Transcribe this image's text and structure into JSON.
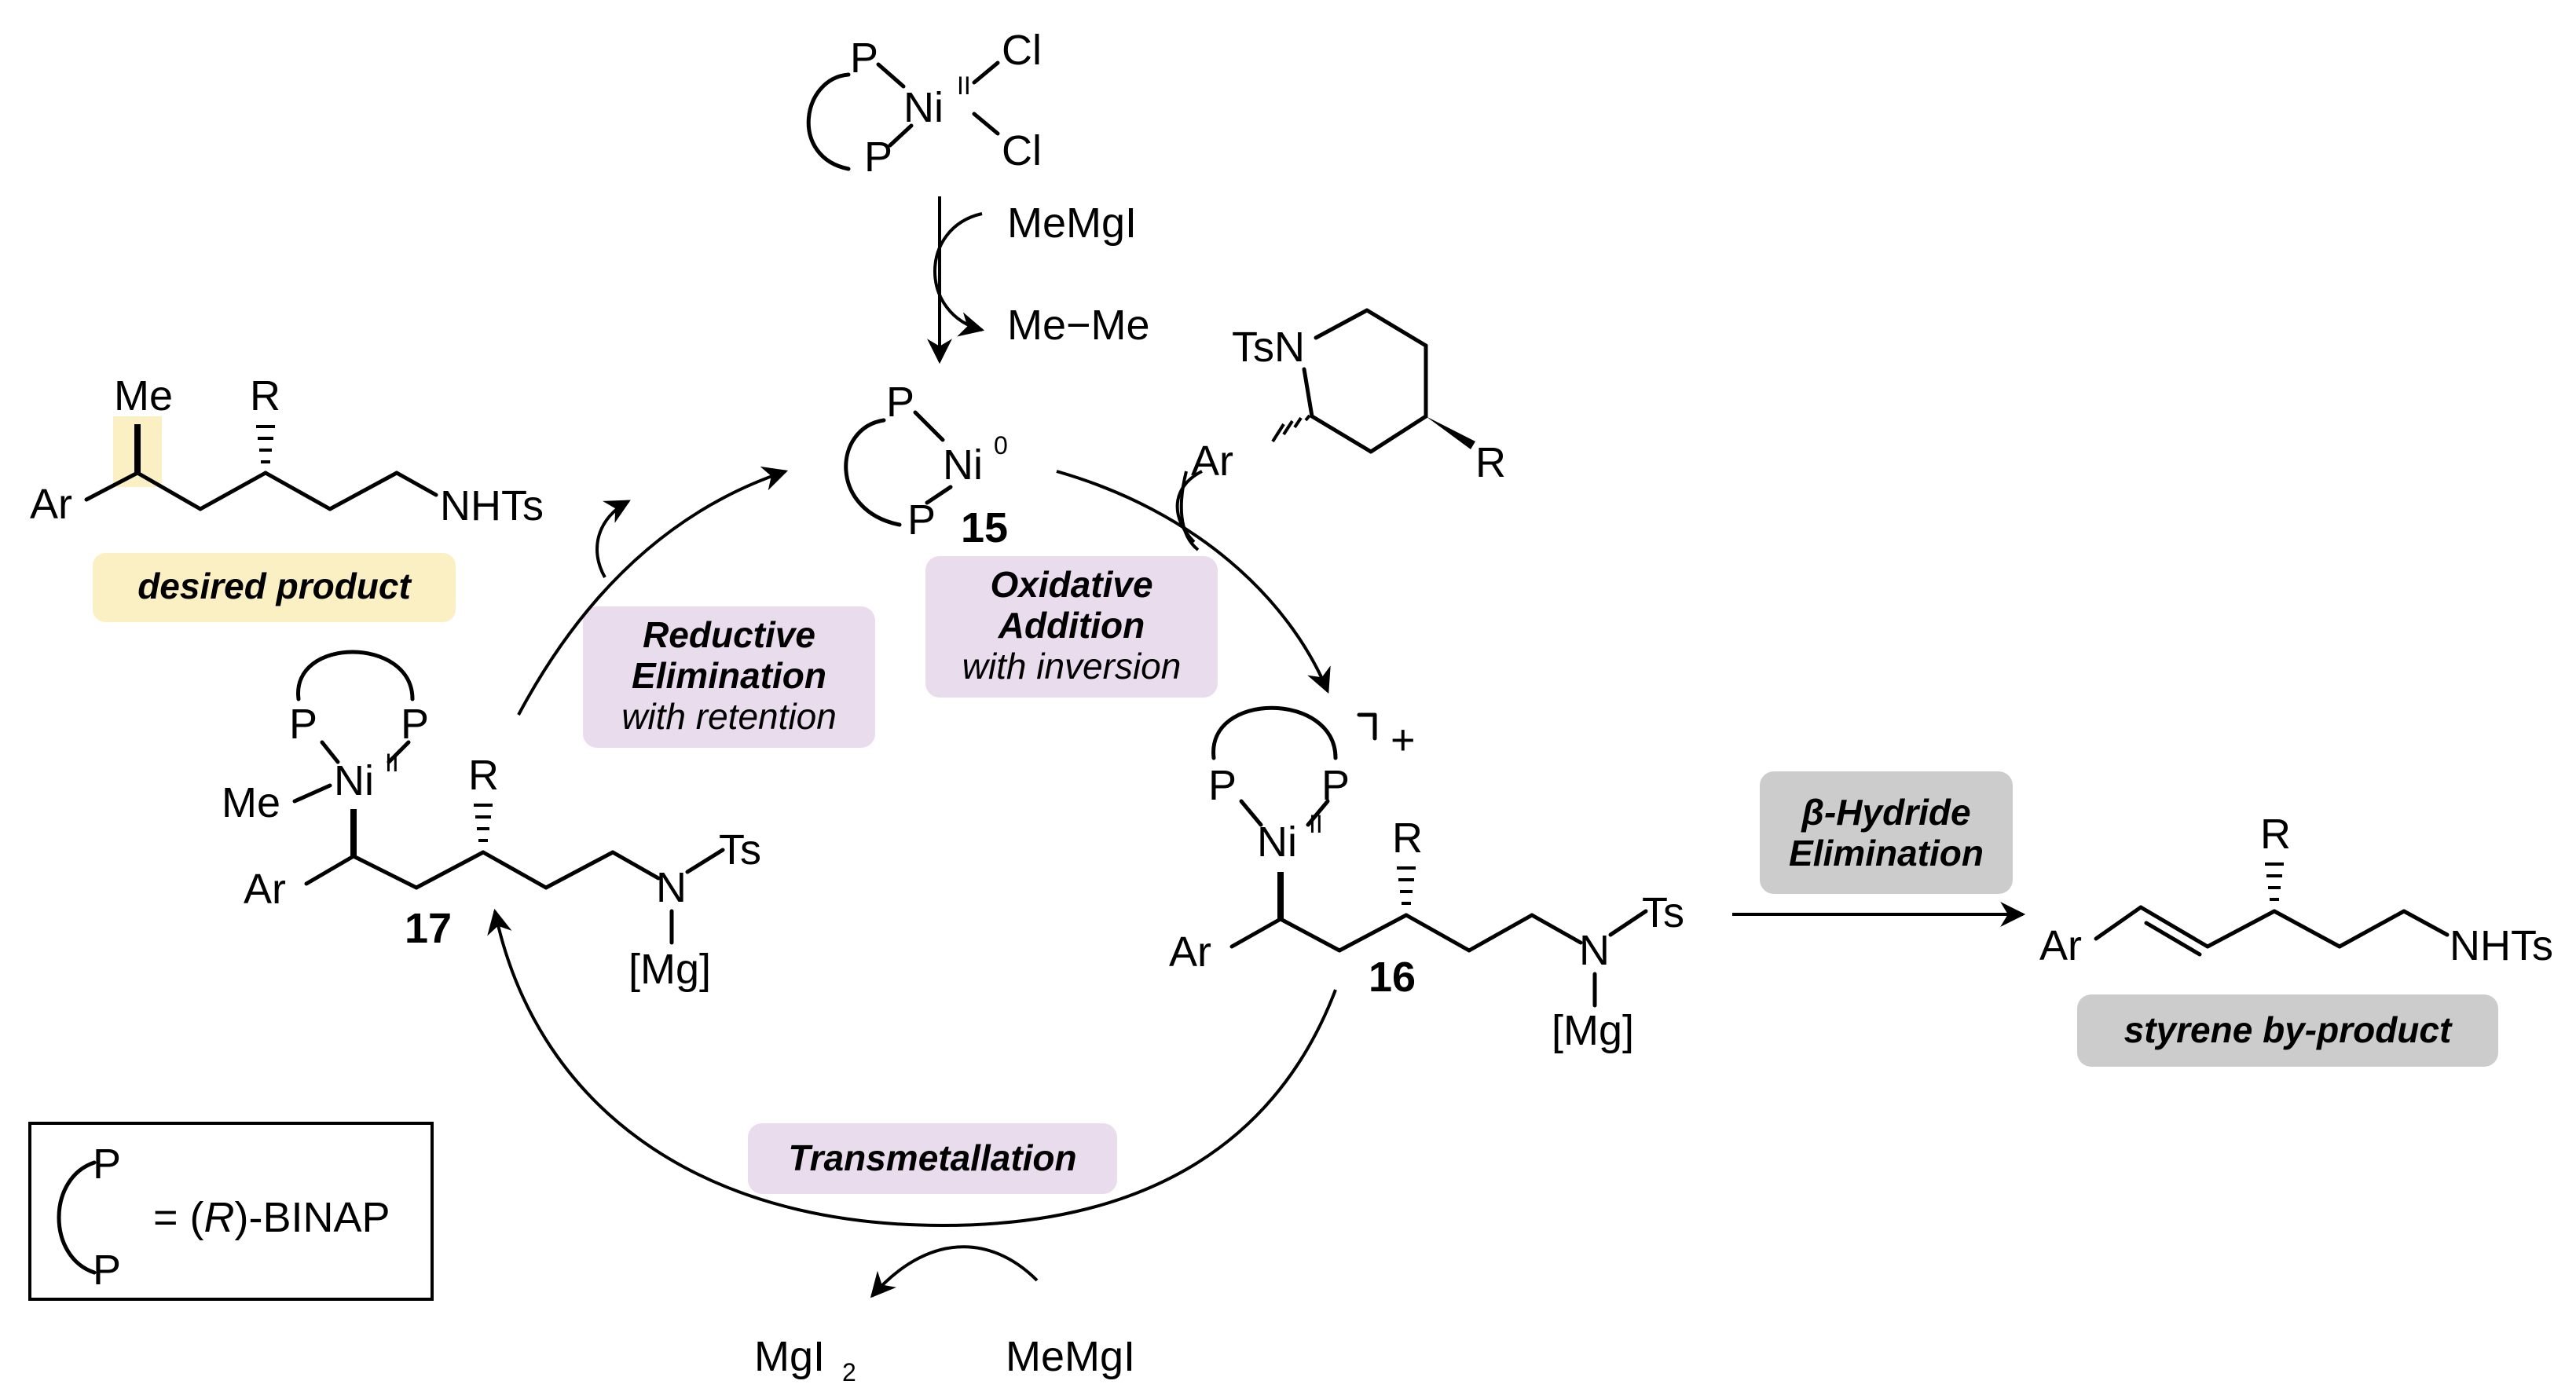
{
  "colors": {
    "highlight_yellow": "#fbf0c4",
    "label_purple": "#e9dcec",
    "label_gray": "#cccccc",
    "ink": "#000000"
  },
  "precatalyst": {
    "p_top": "P",
    "p_bottom": "P",
    "metal": "Ni",
    "ox": "II",
    "cl_top": "Cl",
    "cl_bottom": "Cl"
  },
  "activation": {
    "reagent": "MeMgI",
    "byproduct": "Me−Me"
  },
  "cat15": {
    "p_top": "P",
    "p_bottom": "P",
    "metal": "Ni",
    "ox": "0",
    "number": "15"
  },
  "substrate": {
    "ts_n": "TsN",
    "ar": "Ar",
    "r": "R"
  },
  "steps": {
    "oxidative_addition": [
      "Oxidative",
      "Addition",
      "with inversion"
    ],
    "reductive_elimination": [
      "Reductive",
      "Elimination",
      "with retention"
    ],
    "transmetallation": "Transmetallation",
    "beta_hydride": [
      "β-Hydride",
      "Elimination"
    ]
  },
  "cpd16": {
    "charge": "+",
    "p_left": "P",
    "p_right": "P",
    "metal": "Ni",
    "ox": "II",
    "ar": "Ar",
    "r": "R",
    "n": "N",
    "ts": "Ts",
    "mg": "[Mg]",
    "number": "16"
  },
  "cpd17": {
    "p_left": "P",
    "p_right": "P",
    "metal": "Ni",
    "ox": "II",
    "me": "Me",
    "ar": "Ar",
    "r": "R",
    "n": "N",
    "ts": "Ts",
    "mg": "[Mg]",
    "number": "17"
  },
  "desired_product": {
    "me": "Me",
    "r": "R",
    "ar": "Ar",
    "nhts": "NHTs",
    "label": "desired product"
  },
  "styrene_product": {
    "r": "R",
    "ar": "Ar",
    "nhts": "NHTs",
    "label": "styrene by-product"
  },
  "transmet_reagents": {
    "reagent": "MeMgI",
    "byproduct": "MgI",
    "byproduct_sub": "2"
  },
  "legend": {
    "p_top": "P",
    "p_bottom": "P",
    "eq": "= (",
    "r_italic": "R",
    "ligand": ")-BINAP"
  }
}
